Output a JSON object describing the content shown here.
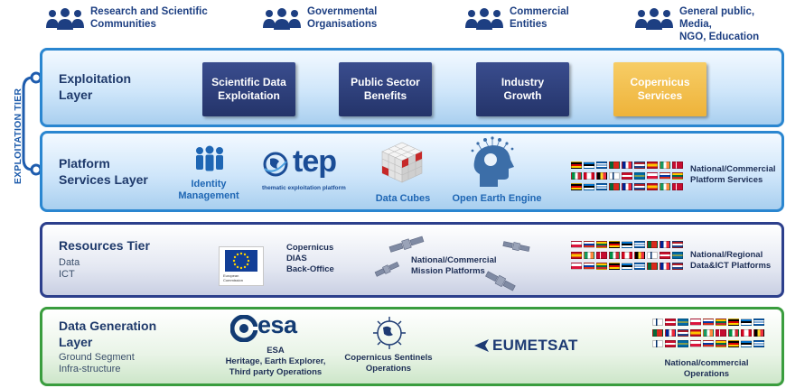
{
  "user_groups": [
    {
      "label": "Research and Scientific\nCommunities",
      "icon": "people-group-icon"
    },
    {
      "label": "Governmental\nOrganisations",
      "icon": "people-group-icon"
    },
    {
      "label": "Commercial\nEntities",
      "icon": "people-group-icon"
    },
    {
      "label": "General public, Media,\nNGO, Education",
      "icon": "people-group-icon"
    }
  ],
  "tier_label": "EXPLOITATION TIER",
  "exploitation": {
    "title": "Exploitation\nLayer",
    "boxes": [
      "Scientific Data\nExploitation",
      "Public Sector\nBenefits",
      "Industry\nGrowth",
      "Copernicus\nServices"
    ]
  },
  "platform": {
    "title": "Platform\nServices Layer",
    "identity": "Identity\nManagement",
    "tep_logo": "tep",
    "tep_sub": "thematic exploitation platform",
    "data_cubes": "Data Cubes",
    "open_earth": "Open Earth Engine",
    "national": "National/Commercial\nPlatform Services"
  },
  "resources": {
    "title": "Resources Tier",
    "sub": "Data\nICT",
    "eu_caption": "European\nCommission",
    "copernicus_dias": "Copernicus\nDIAS\nBack-Office",
    "missions": "National/Commercial\nMission Platforms",
    "national": "National/Regional\nData&ICT Platforms"
  },
  "data_generation": {
    "title": "Data Generation\nLayer",
    "sub": "Ground Segment\nInfra-structure",
    "esa_logo": "esa",
    "esa_caption": "ESA\nHeritage, Earth Explorer,\nThird party Operations",
    "sentinels": "Copernicus Sentinels\nOperations",
    "eumetsat": "EUMETSAT",
    "national": "National/commercial\nOperations"
  },
  "colors": {
    "blue_border": "#2a86d0",
    "navy_border": "#2c3f8c",
    "green_border": "#3a9d3e",
    "box_navy": "#2d3f7c",
    "box_gold": "#f2be4a"
  }
}
